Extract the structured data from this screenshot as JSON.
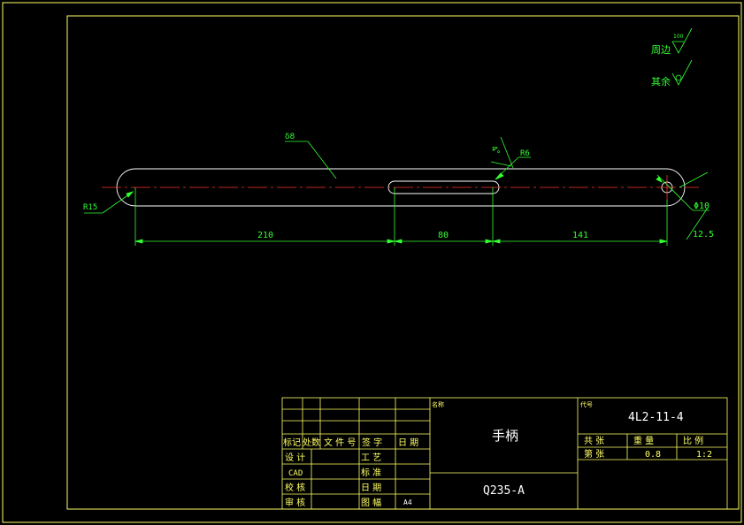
{
  "colors": {
    "background": "#000000",
    "frame": "#ffff66",
    "outline": "#ffffff",
    "centerline": "#ff3333",
    "dimension": "#33ff33",
    "title_text": "#ffffff"
  },
  "roughness": {
    "peripheral_value": "100",
    "peripheral_label": "周边",
    "remaining_label": "其余"
  },
  "dimensions": {
    "thickness": "δ8",
    "left_radius": "R15",
    "slot_radius": "R6",
    "slot_angle": "4°",
    "hole_dia": "Φ10",
    "hole_offset": "12.5",
    "len_left": "210",
    "len_slot": "80",
    "len_right": "141"
  },
  "title_block": {
    "header_labels": [
      "标记",
      "处数",
      "文 件 号",
      "签  字",
      "日  期"
    ],
    "row_labels": [
      "设 计",
      "CAD",
      "校 核",
      "审 核"
    ],
    "mid_labels": [
      "工 艺",
      "标 准",
      "日 期",
      "图 幅"
    ],
    "sheet_size": "A4",
    "name_label": "名称",
    "part_name": "手柄",
    "material": "Q235-A",
    "code_label": "代号",
    "part_code": "4L2-11-4",
    "info_headers": [
      "共  张",
      "重  量",
      "比  例"
    ],
    "info_sheet": "第  张",
    "weight": "0.8",
    "scale": "1:2"
  }
}
